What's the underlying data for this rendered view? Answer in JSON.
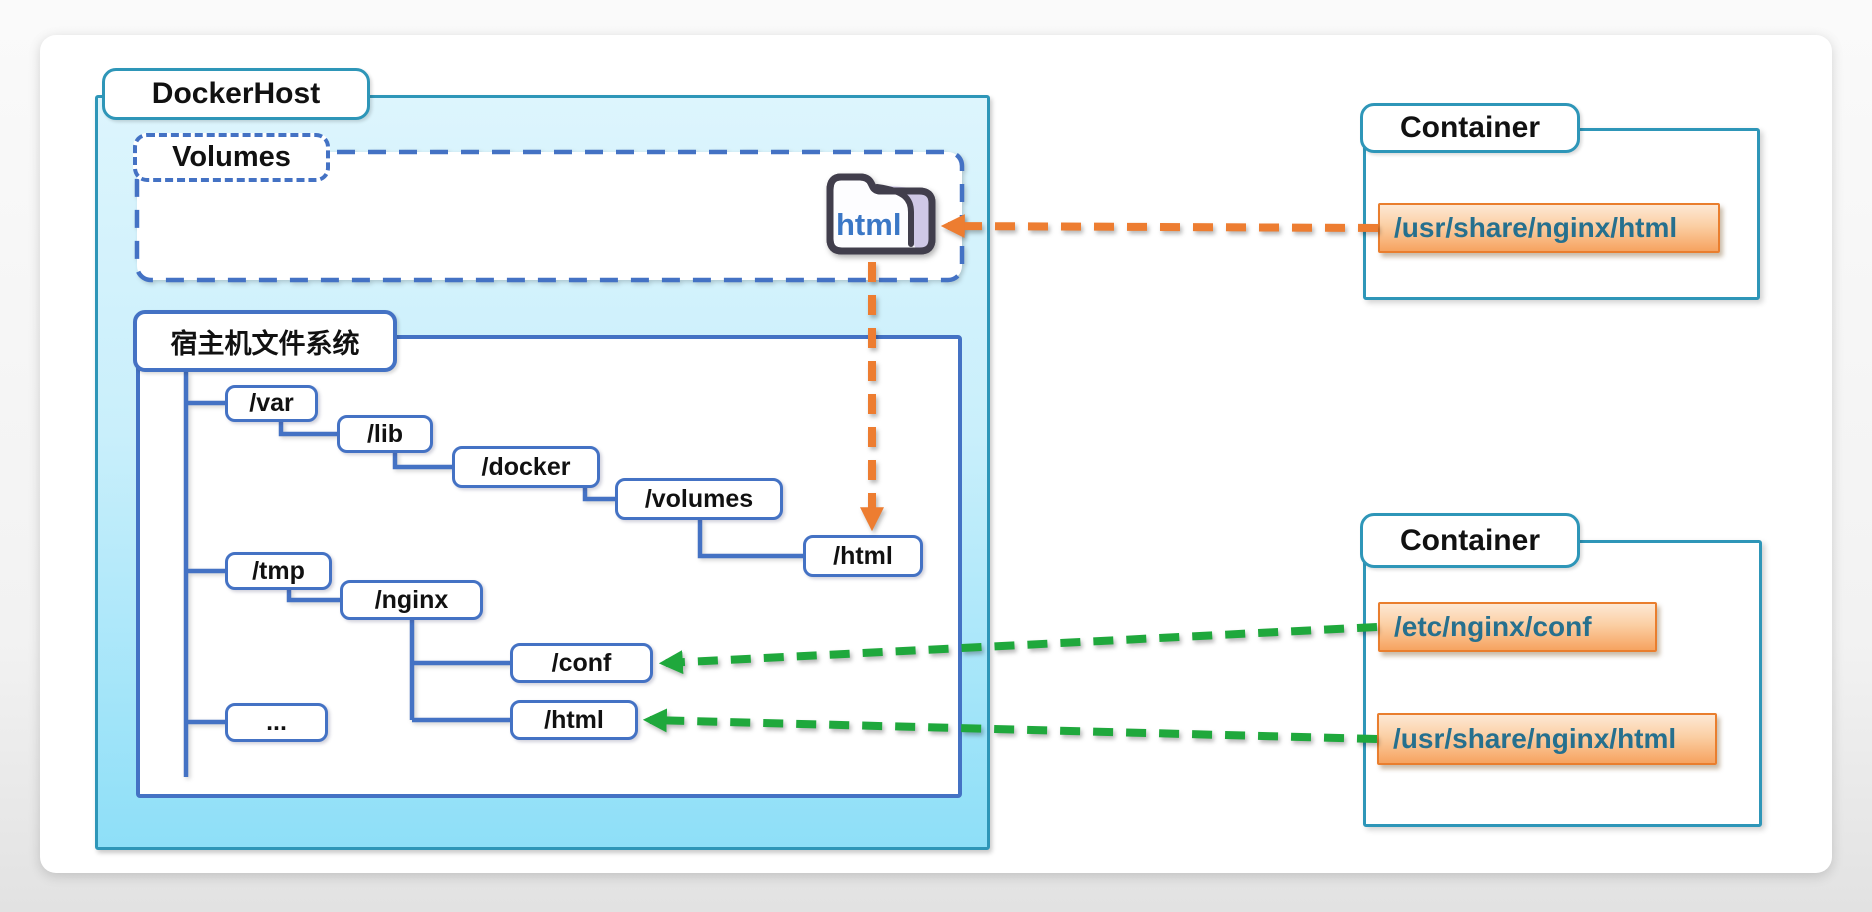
{
  "colors": {
    "teal_border": "#2E96B8",
    "blue": "#4472C4",
    "orange": "#ED7D31",
    "green": "#1FA83C",
    "mount_text": "#26708E",
    "folder_outline": "#413E4C",
    "folder_flap": "#CFC8E6",
    "folder_text_color": "#3B77C6",
    "dockerhost_fill_top": "#DDF5FD",
    "dockerhost_fill_bottom": "#8EDFF8",
    "mount_fill_top": "#FDE8D4",
    "mount_fill_bottom": "#F6A360"
  },
  "docker_host": {
    "title": "DockerHost",
    "volumes": {
      "title": "Volumes",
      "folder": {
        "label": "html"
      }
    },
    "filesystem": {
      "title": "宿主机文件系统",
      "nodes": [
        {
          "id": "var",
          "label": "/var"
        },
        {
          "id": "lib",
          "label": "/lib"
        },
        {
          "id": "docker",
          "label": "/docker"
        },
        {
          "id": "volumes",
          "label": "/volumes"
        },
        {
          "id": "html_volume",
          "label": "/html"
        },
        {
          "id": "tmp",
          "label": "/tmp"
        },
        {
          "id": "nginx",
          "label": "/nginx"
        },
        {
          "id": "conf",
          "label": "/conf"
        },
        {
          "id": "html_nginx",
          "label": "/html"
        },
        {
          "id": "more",
          "label": "..."
        }
      ]
    }
  },
  "containers": [
    {
      "title": "Container",
      "mounts": [
        {
          "label": "/usr/share/nginx/html"
        }
      ]
    },
    {
      "title": "Container",
      "mounts": [
        {
          "label": "/etc/nginx/conf"
        },
        {
          "label": "/usr/share/nginx/html"
        }
      ]
    }
  ],
  "arrows": [
    {
      "id": "mount-to-volume-folder",
      "color_key": "orange",
      "from": "container-0-mount-0",
      "to": "volume-folder"
    },
    {
      "id": "volume-folder-to-host-html",
      "color_key": "orange",
      "from": "volume-folder",
      "to": "node-html_volume"
    },
    {
      "id": "conf-mount-to-host-conf",
      "color_key": "green",
      "from": "container-1-mount-0",
      "to": "node-conf"
    },
    {
      "id": "html-mount-to-host-html",
      "color_key": "green",
      "from": "container-1-mount-1",
      "to": "node-html_nginx"
    }
  ]
}
